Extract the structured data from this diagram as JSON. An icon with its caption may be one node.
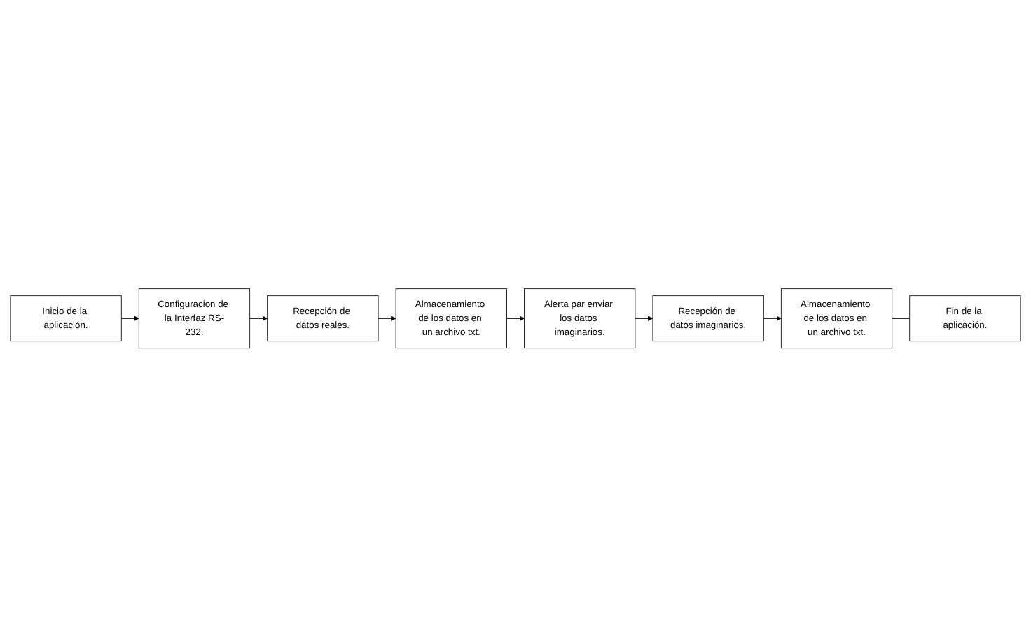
{
  "diagram": {
    "nodes": [
      {
        "text": [
          "Inicio de la aplicación."
        ]
      },
      {
        "text": [
          "Configuracion de la Interfaz RS-232."
        ]
      },
      {
        "text": [
          "Recepción de datos reales."
        ]
      },
      {
        "text": [
          "Almacenamiento de los datos en un archivo txt."
        ]
      },
      {
        "text": [
          "Alerta par enviar los datos imaginarios."
        ]
      },
      {
        "text": [
          "Recepción de datos imaginarios."
        ]
      },
      {
        "text": [
          "Almacenamiento de los datos en un archivo txt."
        ]
      },
      {
        "text": [
          "Fin de la aplicación."
        ]
      }
    ],
    "edges": [
      {
        "from": 0,
        "to": 1,
        "arrow": "to"
      },
      {
        "from": 1,
        "to": 2,
        "arrow": "to"
      },
      {
        "from": 2,
        "to": 3,
        "arrow": "to"
      },
      {
        "from": 3,
        "to": 4,
        "arrow": "to"
      },
      {
        "from": 4,
        "to": 5,
        "arrow": "to"
      },
      {
        "from": 5,
        "to": 6,
        "arrow": "to"
      },
      {
        "from": 6,
        "to": 7,
        "arrow": "none"
      }
    ]
  }
}
